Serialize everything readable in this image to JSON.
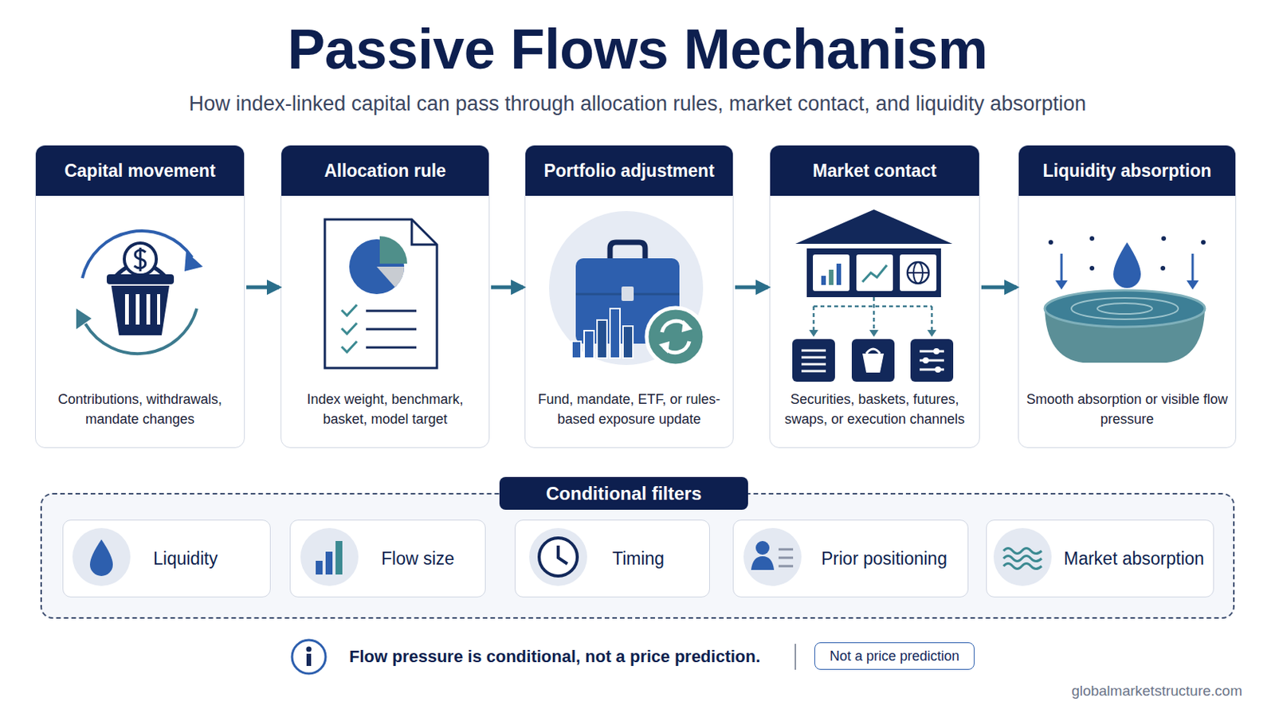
{
  "diagram": {
    "title": "Passive Flows Mechanism",
    "nodes": [
      {
        "text": [
          "Capital movement",
          "Contributions, withdrawals, mandate changes"
        ]
      },
      {
        "text": [
          "Allocation rule",
          "Index weight, benchmark, basket, model target"
        ]
      },
      {
        "text": [
          "Portfolio adjustment",
          "Fund, mandate, ETF, or rules-based exposure update"
        ]
      },
      {
        "text": [
          "Market contact",
          "Securities, baskets, futures, swaps, or execution channels"
        ]
      },
      {
        "text": [
          "Liquidity absorption",
          "Smooth absorption or visible flow pressure"
        ]
      },
      {
        "text": [
          "Conditional filters"
        ]
      },
      {
        "text": [
          "Liquidity"
        ],
        "in": 5
      },
      {
        "text": [
          "Flow size"
        ],
        "in": 5
      },
      {
        "text": [
          "Timing"
        ],
        "in": 5
      },
      {
        "text": [
          "Prior positioning"
        ],
        "in": 5
      },
      {
        "text": [
          "Market absorption"
        ],
        "in": 5
      },
      {
        "text": [
          "Not a price prediction"
        ]
      }
    ],
    "edges": [
      {
        "from": 0,
        "to": 1,
        "arrow": "to"
      },
      {
        "from": 1,
        "to": 2,
        "arrow": "to"
      },
      {
        "from": 2,
        "to": 3,
        "arrow": "to"
      },
      {
        "from": 3,
        "to": 4,
        "arrow": "to"
      }
    ],
    "labels": [
      "How index-linked capital can pass through allocation rules, market contact, and liquidity absorption",
      "Flow pressure is conditional, not a price prediction.",
      "globalmarketstructure.com"
    ]
  }
}
